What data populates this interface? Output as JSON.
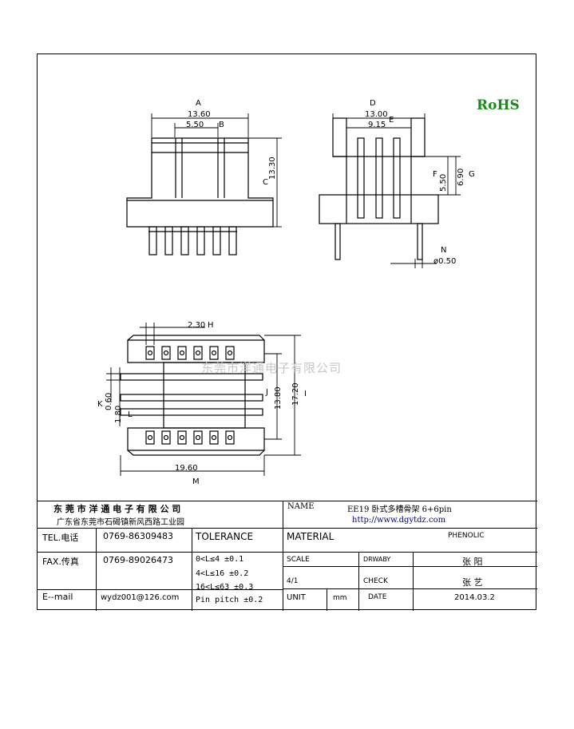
{
  "rohs": "RoHS",
  "watermark": "东莞市洋通电子有限公司",
  "views": {
    "front": {
      "dim_a": "13.60",
      "dim_b": "5.50",
      "dim_c": "13.30",
      "letter_a": "A",
      "letter_b": "B",
      "letter_c": "C"
    },
    "side": {
      "dim_d": "13.00",
      "dim_e": "9.15",
      "dim_f": "5.50",
      "dim_g": "6.90",
      "dim_n": "ø0.50",
      "letter_d": "D",
      "letter_e": "E",
      "letter_f": "F",
      "letter_g": "G",
      "letter_n": "N"
    },
    "bottom": {
      "dim_h": "2.30",
      "dim_i": "17.20",
      "dim_j": "13.80",
      "dim_k": "0.60",
      "dim_l": "1.80",
      "dim_m": "19.60",
      "letter_h": "H",
      "letter_i": "I",
      "letter_j": "J",
      "letter_k": "K",
      "letter_l": "L",
      "letter_m": "M"
    }
  },
  "title_block": {
    "company": "东 莞 市 洋 通 电 子 有 限 公 司",
    "address": "广东省东莞市石碣镇新风西路工业园",
    "name_label": "NAME",
    "name_value": "EE19 卧式多槽骨架 6+6pin",
    "url": "http://www.dgytdz.com",
    "tel_label": "TEL.电话",
    "tel_value": "0769-86309483",
    "fax_label": "FAX.传真",
    "fax_value": "0769-89026473",
    "email_label": "E--mail",
    "email_value": "wydz001@126.com",
    "tolerance_label": "TOLERANCE",
    "tolerance_lines": [
      "0<L≤4  ±0.1",
      "4<L≤16  ±0.2",
      "16<L≤63  ±0.3",
      "Pin pitch ±0.2"
    ],
    "material_label": "MATERIAL",
    "material_value": "PHENOLIC",
    "scale_label": "SCALE",
    "scale_value": "4/1",
    "drawby_label": "DRWABY",
    "drawby_value": "张 阳",
    "check_label": "CHECK",
    "check_value": "张 艺",
    "unit_label": "UNIT",
    "unit_value": "mm",
    "date_label": "DATE",
    "date_value": "2014.03.2"
  }
}
